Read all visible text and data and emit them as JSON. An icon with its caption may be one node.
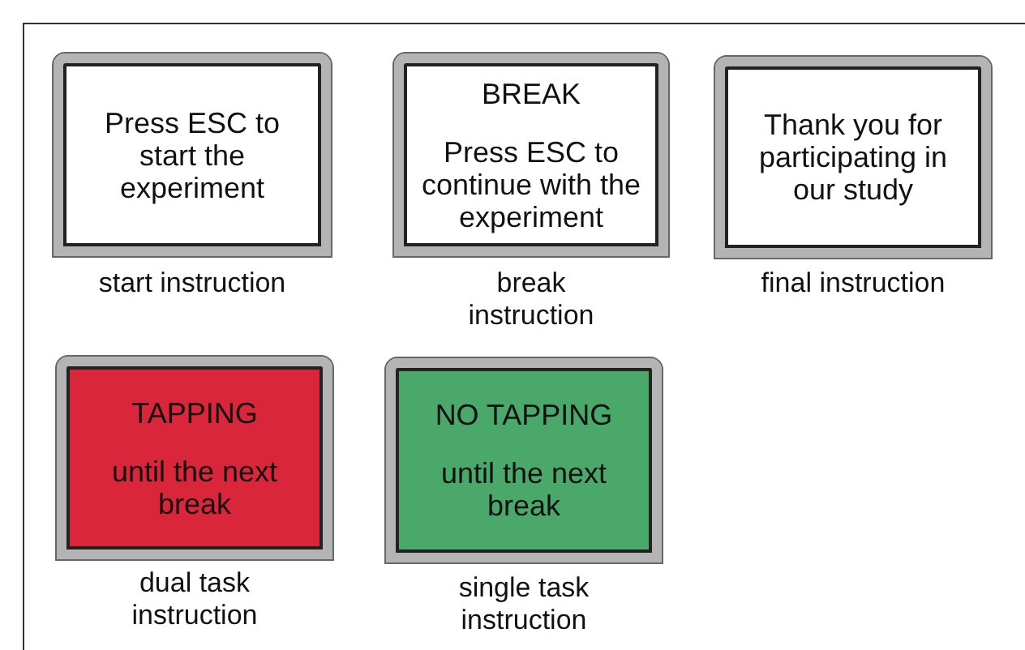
{
  "diagram": {
    "nodes": [
      {
        "text": [
          "Press ESC to start the experiment"
        ],
        "beside": [
          "start instruction"
        ]
      },
      {
        "text": [
          "BREAK",
          "Press ESC to continue with the experiment"
        ],
        "beside": [
          "break instruction"
        ]
      },
      {
        "text": [
          "Thank you for participating in our study"
        ],
        "beside": [
          "final instruction"
        ]
      },
      {
        "text": [
          "TAPPING",
          "until the next break"
        ],
        "beside": [
          "dual task instruction"
        ]
      },
      {
        "text": [
          "NO TAPPING",
          "until the next break"
        ],
        "beside": [
          "single task instruction"
        ]
      }
    ]
  }
}
